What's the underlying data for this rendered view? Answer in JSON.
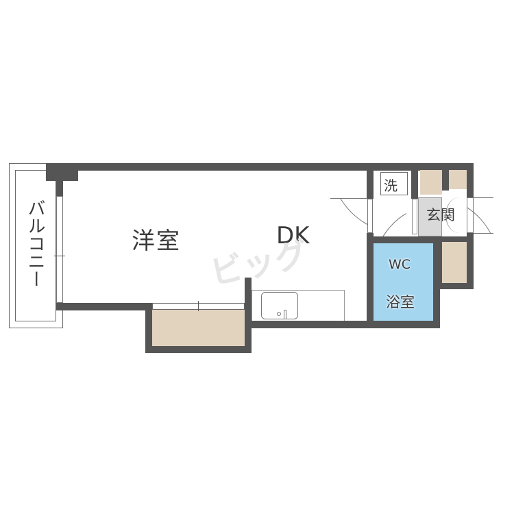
{
  "floorplan": {
    "rooms": {
      "balcony": "バルコニー",
      "western_room": "洋室",
      "dining_kitchen": "DK",
      "washroom": "洗",
      "entrance": "玄関",
      "toilet": "WC",
      "bathroom": "浴室"
    },
    "watermark": "ビッグ",
    "colors": {
      "wall": "#555555",
      "storage": "#e2d3bf",
      "bath": "#a5d6f0",
      "entrance_floor": "#d9d9d9",
      "background": "#ffffff"
    }
  }
}
